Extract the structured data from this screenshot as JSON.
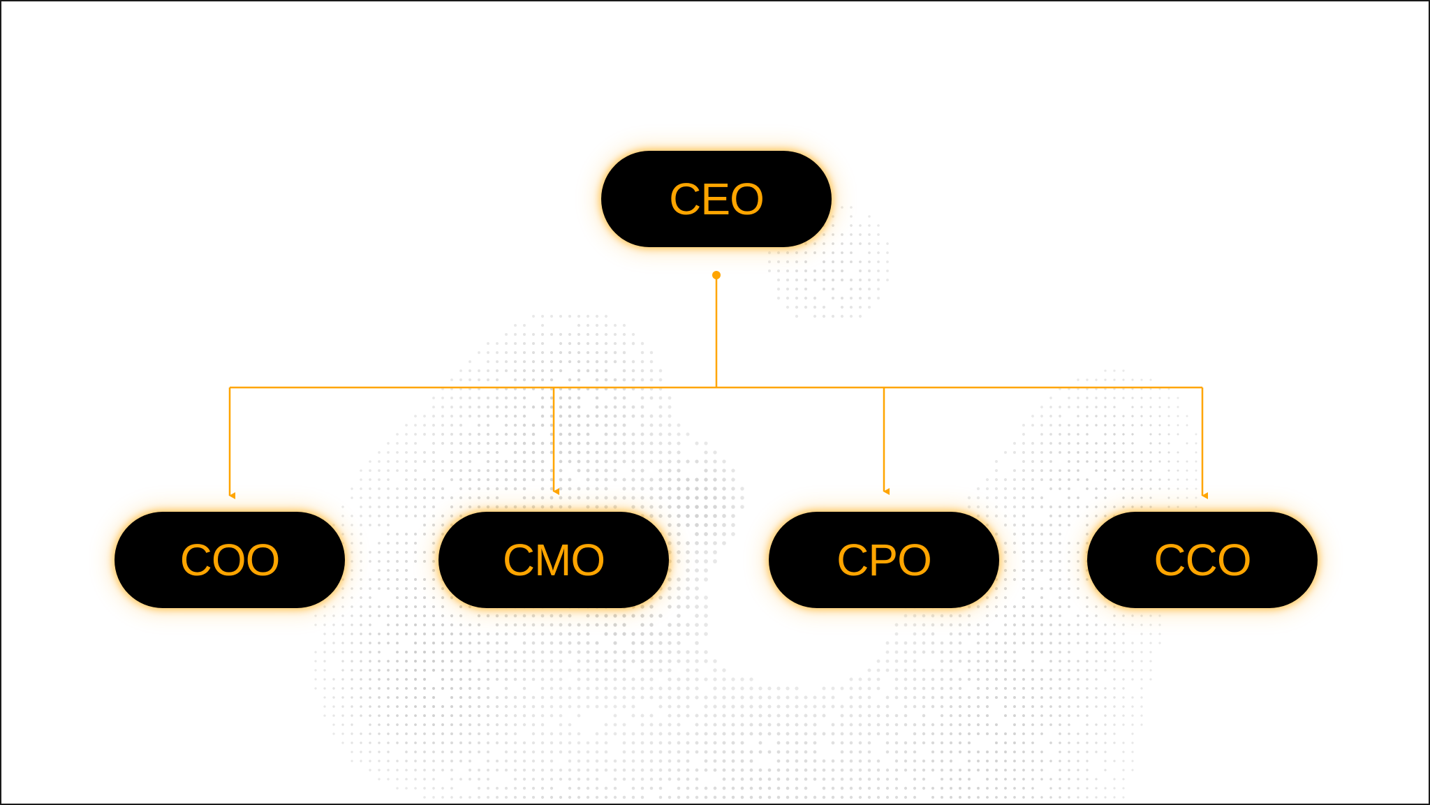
{
  "colors": {
    "background": "#ffffff",
    "node_fill": "#000000",
    "accent": "#FFA500",
    "globe_dots": "#b8b8b8"
  },
  "org_chart": {
    "root": {
      "label": "CEO"
    },
    "children": [
      {
        "label": "COO"
      },
      {
        "label": "CMO"
      },
      {
        "label": "CPO"
      },
      {
        "label": "CCO"
      }
    ]
  }
}
